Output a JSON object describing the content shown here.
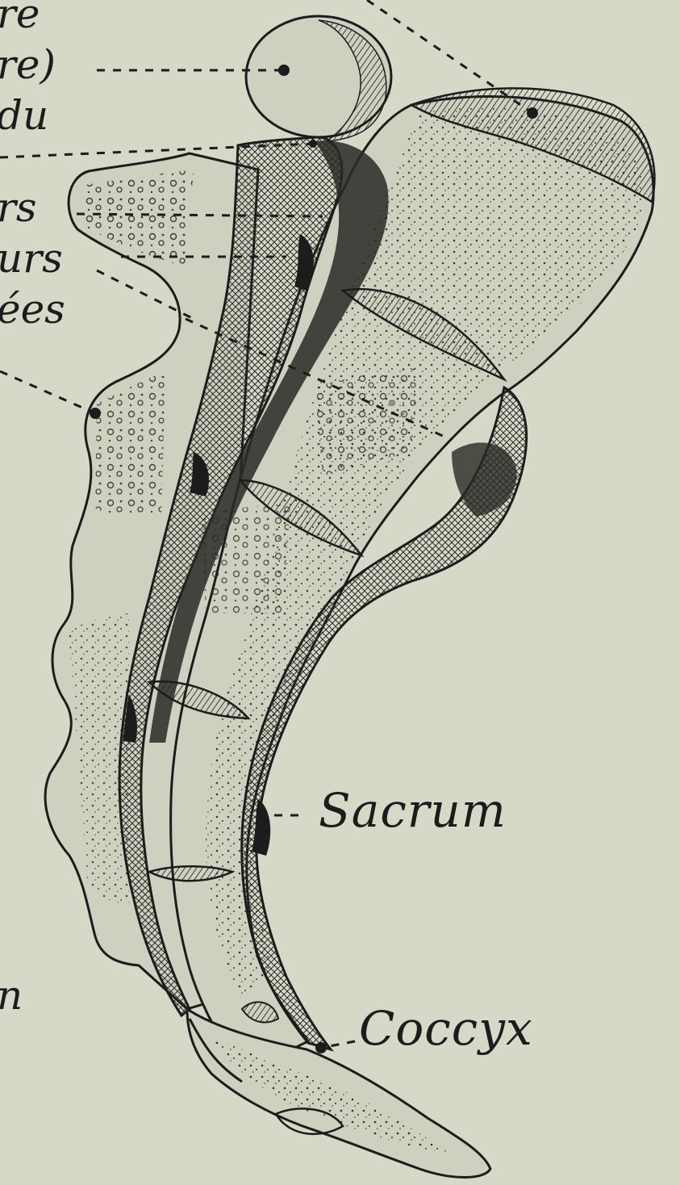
{
  "figure": {
    "palette": {
      "paper": "#d8d8c8",
      "ink": "#1c1c1c",
      "dark": "#2a2a26",
      "mid": "#6a6a60",
      "bone": "#d0d0c0"
    }
  },
  "left_label_fragments": [
    "re",
    "re)",
    "du",
    "rs",
    "urs",
    "ées",
    "n"
  ],
  "labels": {
    "sacrum": "Sacrum",
    "coccyx": "Coccyx"
  }
}
